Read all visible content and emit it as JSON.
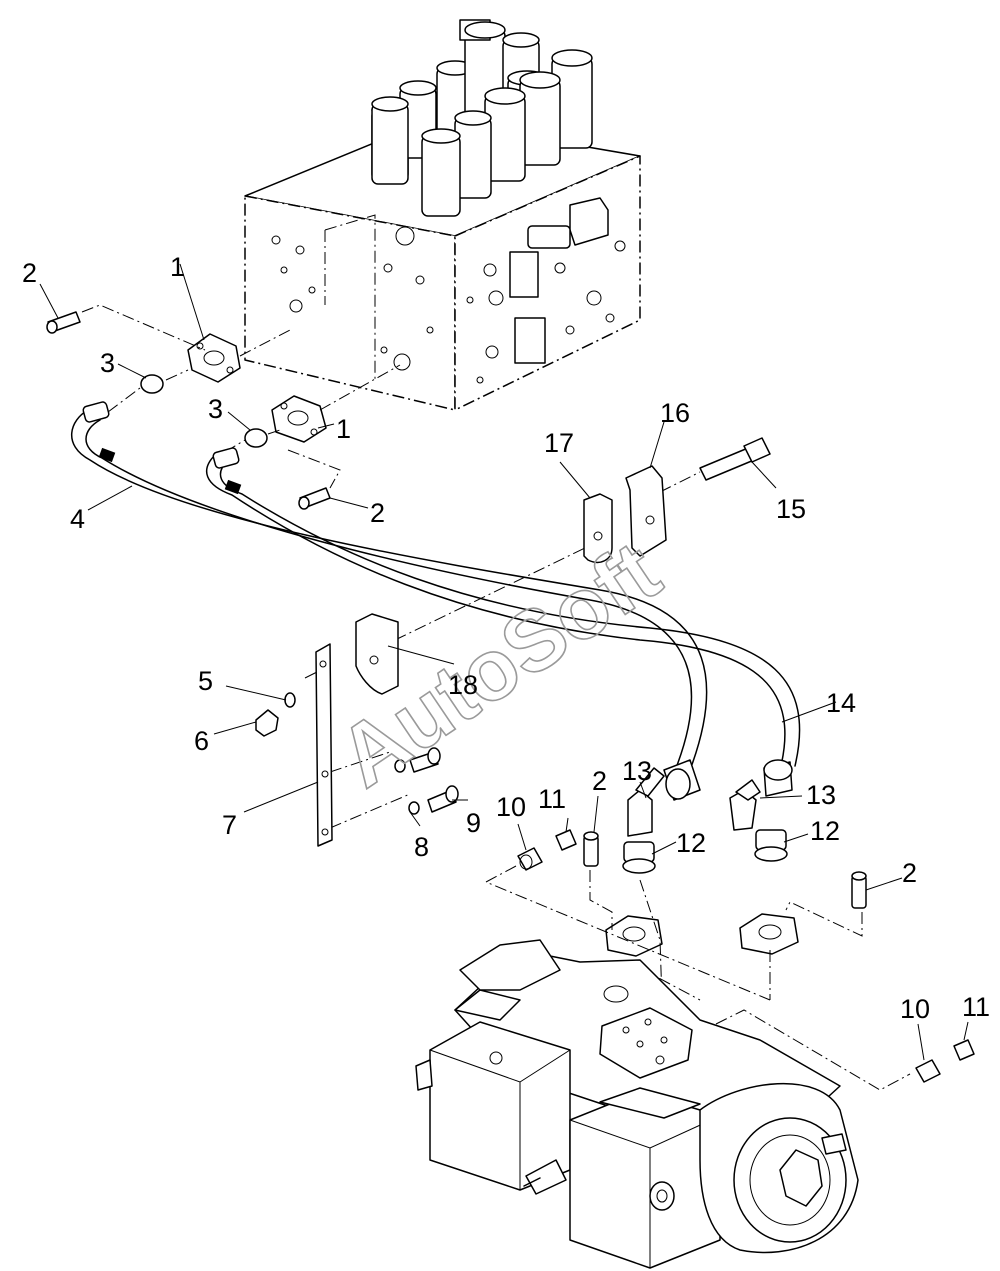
{
  "watermark": "AutoSoft",
  "callouts": [
    {
      "id": "c1a",
      "label": "1"
    },
    {
      "id": "c1b",
      "label": "1"
    },
    {
      "id": "c2a",
      "label": "2"
    },
    {
      "id": "c2b",
      "label": "2"
    },
    {
      "id": "c2c",
      "label": "2"
    },
    {
      "id": "c2d",
      "label": "2"
    },
    {
      "id": "c3a",
      "label": "3"
    },
    {
      "id": "c3b",
      "label": "3"
    },
    {
      "id": "c4",
      "label": "4"
    },
    {
      "id": "c5",
      "label": "5"
    },
    {
      "id": "c6",
      "label": "6"
    },
    {
      "id": "c7",
      "label": "7"
    },
    {
      "id": "c8",
      "label": "8"
    },
    {
      "id": "c9",
      "label": "9"
    },
    {
      "id": "c10a",
      "label": "10"
    },
    {
      "id": "c10b",
      "label": "10"
    },
    {
      "id": "c11a",
      "label": "11"
    },
    {
      "id": "c11b",
      "label": "11"
    },
    {
      "id": "c12a",
      "label": "12"
    },
    {
      "id": "c12b",
      "label": "12"
    },
    {
      "id": "c13a",
      "label": "13"
    },
    {
      "id": "c13b",
      "label": "13"
    },
    {
      "id": "c14",
      "label": "14"
    },
    {
      "id": "c15",
      "label": "15"
    },
    {
      "id": "c16",
      "label": "16"
    },
    {
      "id": "c17",
      "label": "17"
    },
    {
      "id": "c18",
      "label": "18"
    }
  ]
}
